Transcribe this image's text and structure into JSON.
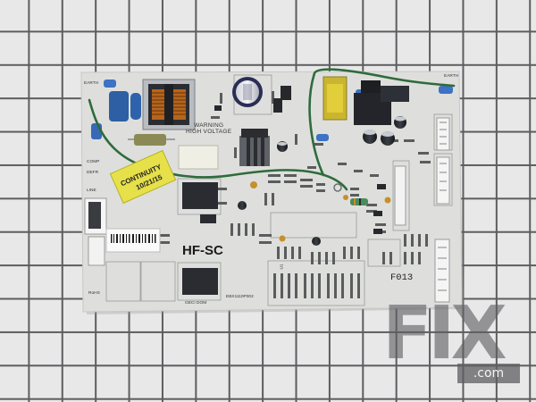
{
  "board": {
    "warning_line1": "WARNING",
    "warning_line2": "HIGH VOLTAGE",
    "model_code": "HF-SC",
    "rev_code": "F013",
    "part_number": "EBX1110P002",
    "sticker_line1": "CONTINUITY",
    "sticker_line2": "10/21/15",
    "label_earth_left": "EARTH",
    "label_earth_right": "EARTH",
    "label_comp": "COMP",
    "label_defr": "DEFR",
    "label_line": "LINE",
    "label_rohs": "RoHS",
    "label_geci": "GECI DOM",
    "label_date": "U1"
  },
  "watermark": {
    "brand": "FIX",
    "domain": ".com"
  },
  "colors": {
    "pcb": "#dcdfdc",
    "grid_line": "#5d5d5f",
    "wire_green": "#2f6b3c",
    "sticker_yellow": "#e6e04a",
    "relay_black": "#2a2c31"
  }
}
